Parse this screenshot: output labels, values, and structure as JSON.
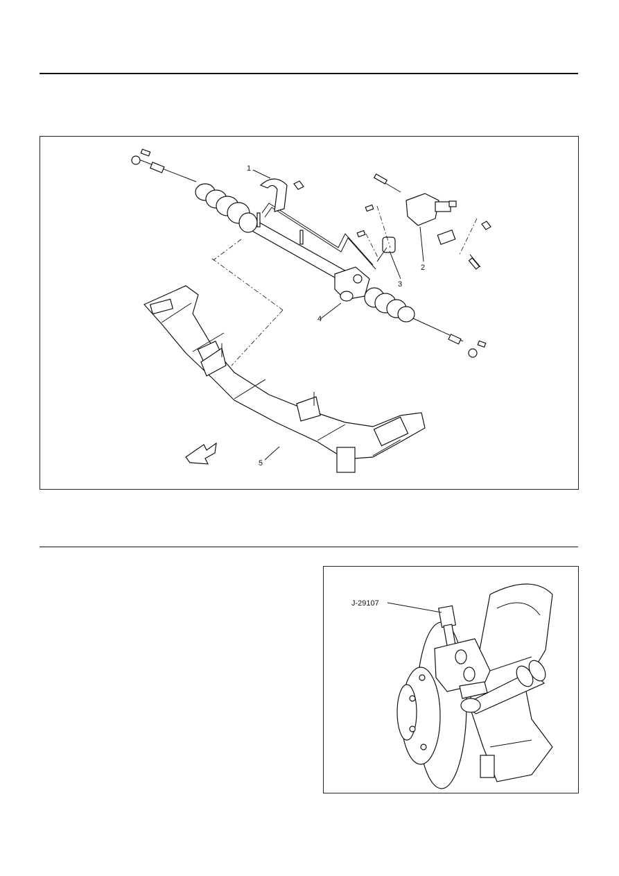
{
  "figure1": {
    "callouts": [
      {
        "id": "1",
        "label": "1"
      },
      {
        "id": "2",
        "label": "2"
      },
      {
        "id": "3",
        "label": "3"
      },
      {
        "id": "4",
        "label": "4"
      },
      {
        "id": "5",
        "label": "5"
      }
    ]
  },
  "figure2": {
    "tool_label": "J-29107"
  }
}
